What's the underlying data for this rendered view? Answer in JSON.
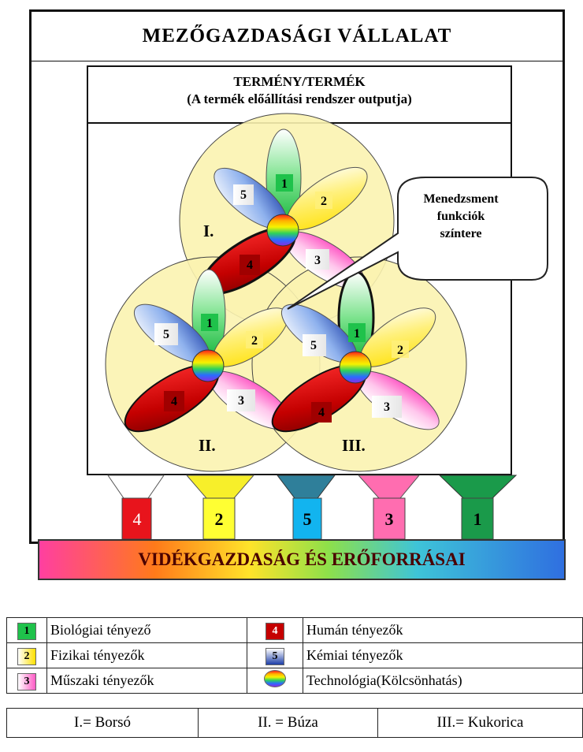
{
  "title": "MEZŐGAZDASÁGI  VÁLLALAT",
  "product": {
    "line1": "TERMÉNY/TERMÉK",
    "line2": "(A termék előállítási rendszer outputja)"
  },
  "callout": {
    "line1": "Menedzsment",
    "line2": "funkciók",
    "line3": "színtere"
  },
  "flowers": [
    {
      "roman": "I.",
      "petals": [
        "1",
        "2",
        "3",
        "4",
        "5"
      ]
    },
    {
      "roman": "II.",
      "petals": [
        "1",
        "2",
        "3",
        "4",
        "5"
      ]
    },
    {
      "roman": "III.",
      "petals": [
        "1",
        "2",
        "3",
        "4",
        "5"
      ]
    }
  ],
  "funnels": [
    "4",
    "2",
    "5",
    "3",
    "1"
  ],
  "bottom_bar": "VIDÉKGAZDASÁG  ÉS ERŐFORRÁSAI",
  "legend": {
    "rows": [
      {
        "left_num": "1",
        "left_label": "Biológiai tényező",
        "right_num": "4",
        "right_label": "Humán tényezők"
      },
      {
        "left_num": "2",
        "left_label": "Fizikai tényezők",
        "right_num": "5",
        "right_label": "Kémiai tényezők"
      },
      {
        "left_num": "3",
        "left_label": "Műszaki tényezők",
        "right_num": "",
        "right_label": "Technológia(Kölcsönhatás)"
      }
    ]
  },
  "crops": [
    "I.= Borsó",
    "II. = Búza",
    "III.= Kukorica"
  ],
  "colors": {
    "petal_1": "#1fc24b",
    "petal_2": "#ffe84a",
    "petal_3": "#ff77d1",
    "petal_4": "#c50000",
    "petal_5": "#2b4fb8",
    "circle_fill": "#fbf3b0",
    "funnel_4": "#e8141c",
    "funnel_2": "#ffff33",
    "funnel_5": "#12b4ef",
    "funnel_3": "#ff6db0",
    "funnel_1": "#1a9a4a"
  }
}
